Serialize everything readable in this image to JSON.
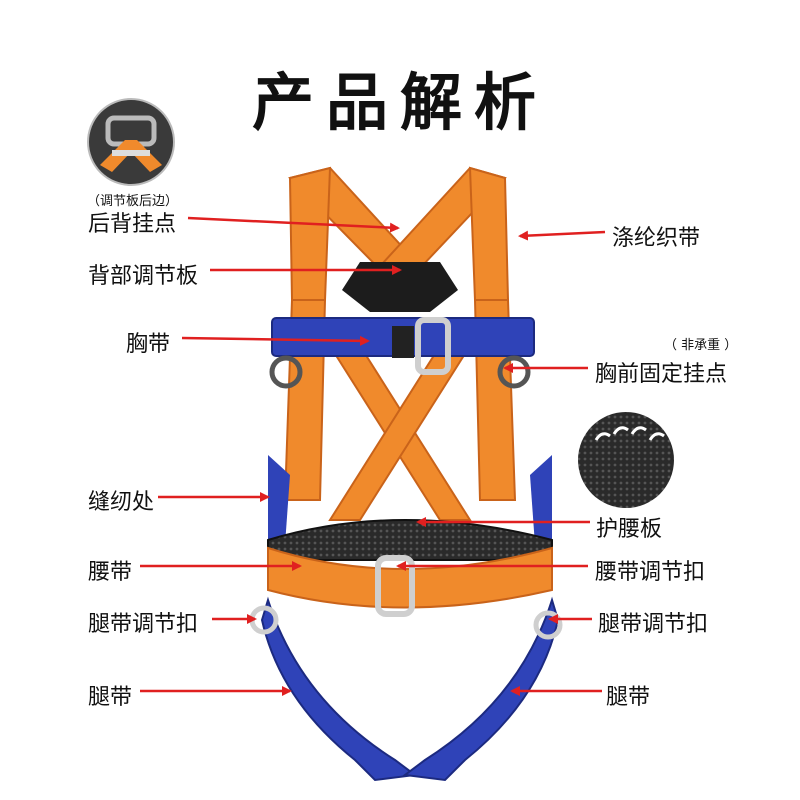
{
  "title": "产品解析",
  "colors": {
    "orange": "#f08a2c",
    "blue": "#2f43b8",
    "dark": "#1c1c1c",
    "arrow": "#e02020"
  },
  "inset_note": "（调节板后边）",
  "labels": {
    "back_point": "后背挂点",
    "back_plate": "背部调节板",
    "chest_strap": "胸带",
    "polyester_strap": "涤纶织带",
    "non_load": "（ 非承重 ）",
    "chest_point": "胸前固定挂点",
    "stitching": "缝纫处",
    "waist_pad": "护腰板",
    "waist_belt": "腰带",
    "waist_buckle": "腰带调节扣",
    "leg_buckle_left": "腿带调节扣",
    "leg_buckle_right": "腿带调节扣",
    "leg_strap_left": "腿带",
    "leg_strap_right": "腿带"
  }
}
